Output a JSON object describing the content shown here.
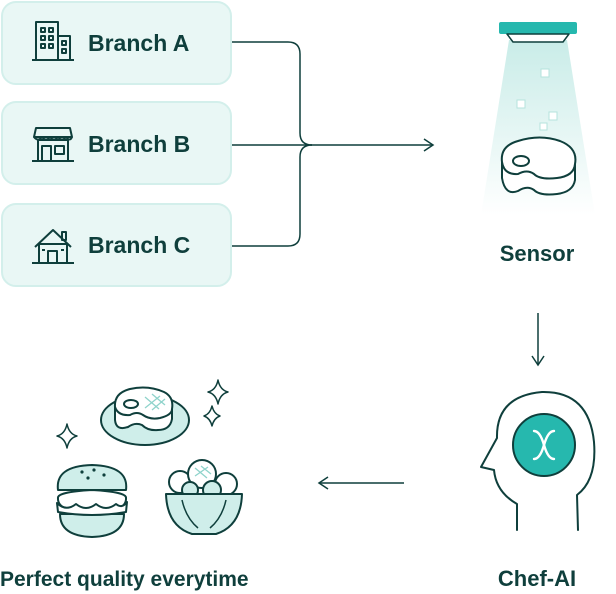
{
  "branches": [
    {
      "label": "Branch A",
      "icon": "office-building-icon"
    },
    {
      "label": "Branch B",
      "icon": "storefront-icon"
    },
    {
      "label": "Branch C",
      "icon": "house-icon"
    }
  ],
  "sensor": {
    "label": "Sensor",
    "icon": "ceiling-sensor-icon"
  },
  "chef_ai": {
    "label": "Chef-AI",
    "icon": "head-with-ai-chip-icon"
  },
  "output": {
    "label": "Perfect quality everytime",
    "icon": "plated-dishes-icon"
  },
  "colors": {
    "dark": "#0f3f3c",
    "teal": "#26b8ae",
    "card_bg": "#e9f7f5",
    "card_border": "#d3efeb",
    "light_teal": "#cfeeea"
  }
}
